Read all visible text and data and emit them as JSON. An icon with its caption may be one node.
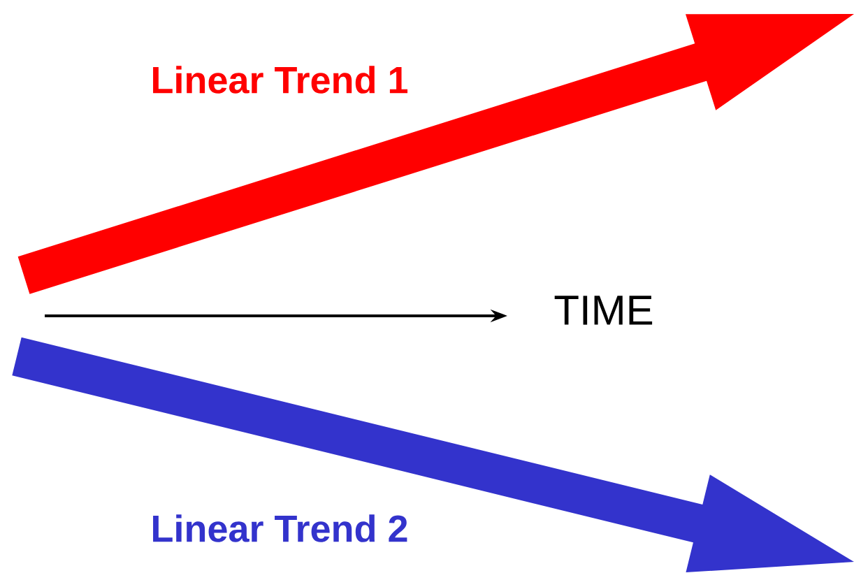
{
  "diagram": {
    "labels": [
      "Linear Trend 1",
      "TIME",
      "Linear Trend 2"
    ]
  }
}
